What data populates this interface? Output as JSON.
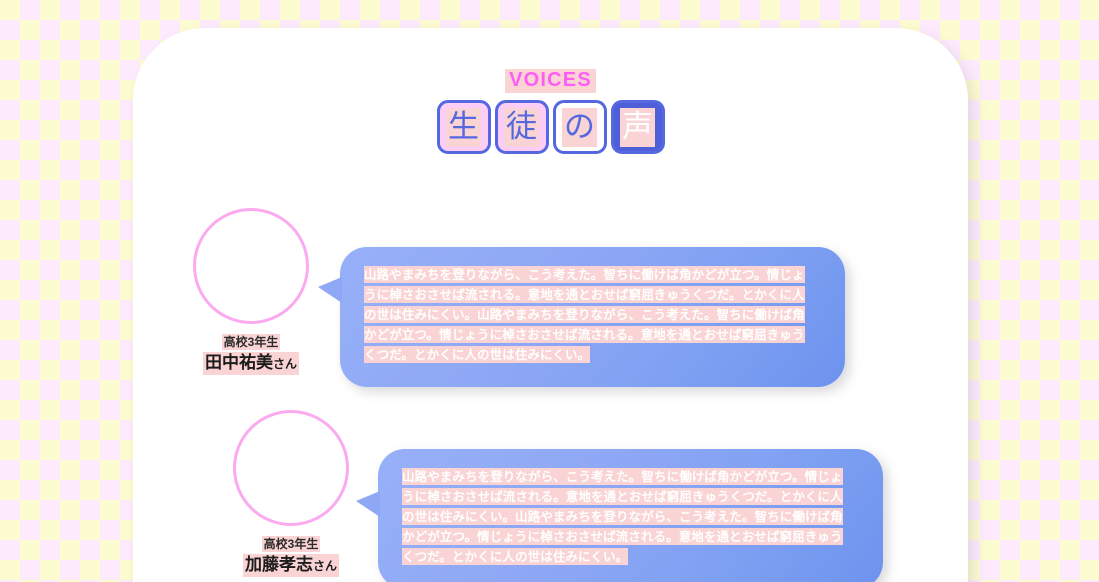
{
  "heading": {
    "eyebrow": "VOICES",
    "title_chars": [
      {
        "char": "生",
        "style": "pink"
      },
      {
        "char": "徒",
        "style": "pink"
      },
      {
        "char": "の",
        "style": "white"
      },
      {
        "char": "声",
        "style": "blue"
      }
    ]
  },
  "voices": [
    {
      "grade": "高校3年生",
      "name": "田中祐美",
      "honorific": "さん",
      "quote": "山路やまみちを登りながら、こう考えた。智ちに働けば角かどが立つ。情じょうに棹さおさせば流される。意地を通とおせば窮屈きゅうくつだ。とかくに人の世は住みにくい。山路やまみちを登りながら、こう考えた。智ちに働けば角かどが立つ。情じょうに棹さおさせば流される。意地を通とおせば窮屈きゅうくつだ。とかくに人の世は住みにくい。"
    },
    {
      "grade": "高校3年生",
      "name": "加藤孝志",
      "honorific": "さん",
      "quote": "山路やまみちを登りながら、こう考えた。智ちに働けば角かどが立つ。情じょうに棹さおさせば流される。意地を通とおせば窮屈きゅうくつだ。とかくに人の世は住みにくい。山路やまみちを登りながら、こう考えた。智ちに働けば角かどが立つ。情じょうに棹さおさせば流される。意地を通とおせば窮屈きゅうくつだ。とかくに人の世は住みにくい。"
    }
  ],
  "colors": {
    "accent_blue": "#5568e0",
    "bubble_blue": "#8fa8f5",
    "highlight_pink": "#fad4d4",
    "avatar_border_pink": "#fbaaf0",
    "eyebrow_magenta": "#ff5ef5",
    "checker_yellow": "#fdfbd0",
    "checker_pink": "#fdebfd"
  }
}
